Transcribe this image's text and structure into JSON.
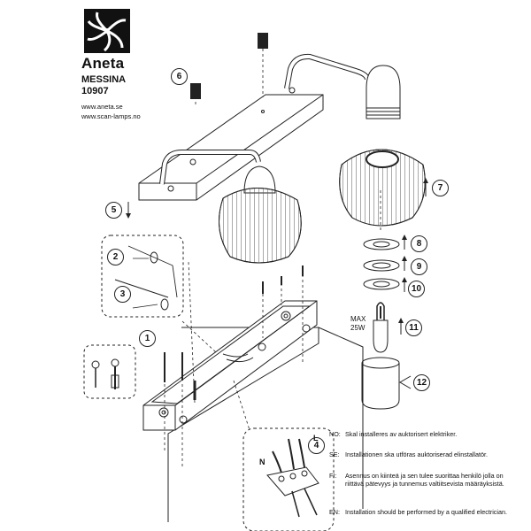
{
  "brand": {
    "name": "Aneta",
    "model": "MESSINA",
    "code": "10907",
    "urls": [
      "www.aneta.se",
      "www.scan-lamps.no"
    ]
  },
  "steps": [
    "1",
    "2",
    "3",
    "4",
    "5",
    "6",
    "7",
    "8",
    "9",
    "10",
    "11",
    "12"
  ],
  "bulb_label": {
    "line1": "MAX",
    "line2": "25W"
  },
  "wire_labels": {
    "neutral": "N",
    "live": "L"
  },
  "notes": [
    {
      "lang": "NO:",
      "text": "Skal installeres av auktorisert elektriker."
    },
    {
      "lang": "SE:",
      "text": "Installationen ska utföras auktoriserad elinstallatör."
    },
    {
      "lang": "FI:",
      "text": "Asennus on kiinteä ja sen tulee suorittaa henkilö jolla on riittävä pätevyys ja tunnemus valtiitsevista määräyksistä."
    },
    {
      "lang": "EN:",
      "text": "Installation should be performed by a qualified electrician."
    }
  ],
  "colors": {
    "line": "#222222",
    "background": "#ffffff"
  }
}
